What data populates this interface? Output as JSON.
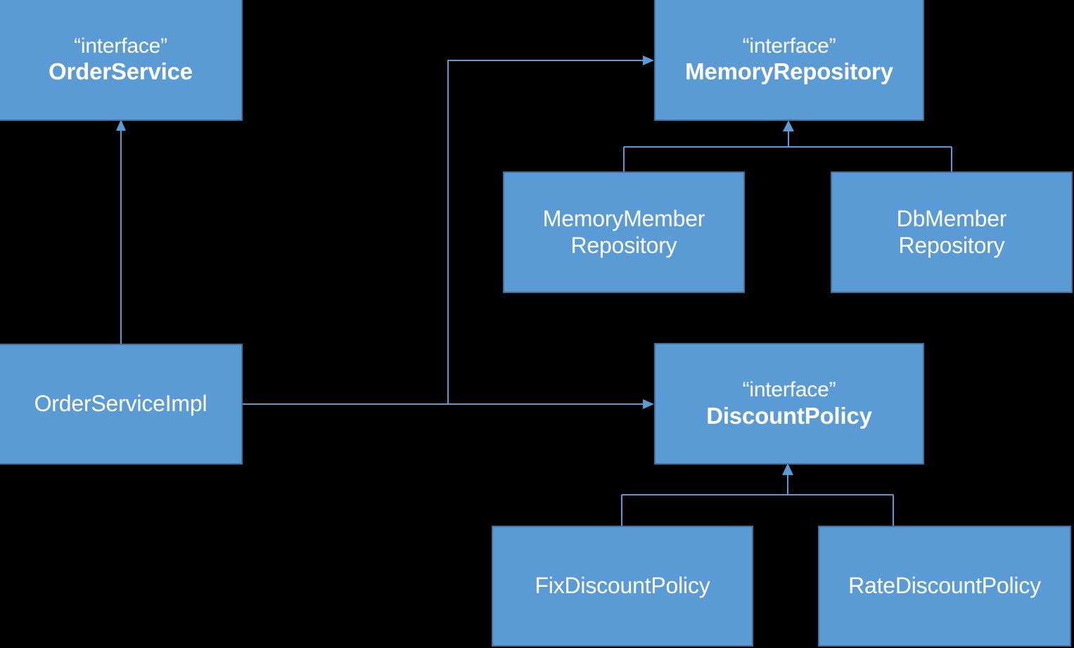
{
  "diagram": {
    "title": "OrderService / MemoryRepository / DiscountPolicy class diagram",
    "type": "uml-class-diagram",
    "colors": {
      "background": "#000000",
      "box_fill": "#5B9BD5",
      "box_border": "#41719C",
      "connector": "#5B9BD5",
      "text": "#FFFFFF"
    }
  },
  "nodes": {
    "order_service": {
      "stereotype": "“interface”",
      "name": "OrderService",
      "kind": "interface"
    },
    "memory_repository": {
      "stereotype": "“interface”",
      "name": "MemoryRepository",
      "kind": "interface"
    },
    "memory_member_repository": {
      "name": "MemoryMember\nRepository",
      "kind": "class"
    },
    "db_member_repository": {
      "name": "DbMember\nRepository",
      "kind": "class"
    },
    "order_service_impl": {
      "name": "OrderServiceImpl",
      "kind": "class"
    },
    "discount_policy": {
      "stereotype": "“interface”",
      "name": "DiscountPolicy",
      "kind": "interface"
    },
    "fix_discount_policy": {
      "name": "FixDiscountPolicy",
      "kind": "class"
    },
    "rate_discount_policy": {
      "name": "RateDiscountPolicy",
      "kind": "class"
    }
  },
  "edges": [
    {
      "from": "order_service_impl",
      "to": "order_service",
      "type": "implements"
    },
    {
      "from": "order_service_impl",
      "to": "memory_repository",
      "type": "dependency"
    },
    {
      "from": "order_service_impl",
      "to": "discount_policy",
      "type": "dependency"
    },
    {
      "from": "memory_member_repository",
      "to": "memory_repository",
      "type": "implements"
    },
    {
      "from": "db_member_repository",
      "to": "memory_repository",
      "type": "implements"
    },
    {
      "from": "fix_discount_policy",
      "to": "discount_policy",
      "type": "implements"
    },
    {
      "from": "rate_discount_policy",
      "to": "discount_policy",
      "type": "implements"
    }
  ]
}
